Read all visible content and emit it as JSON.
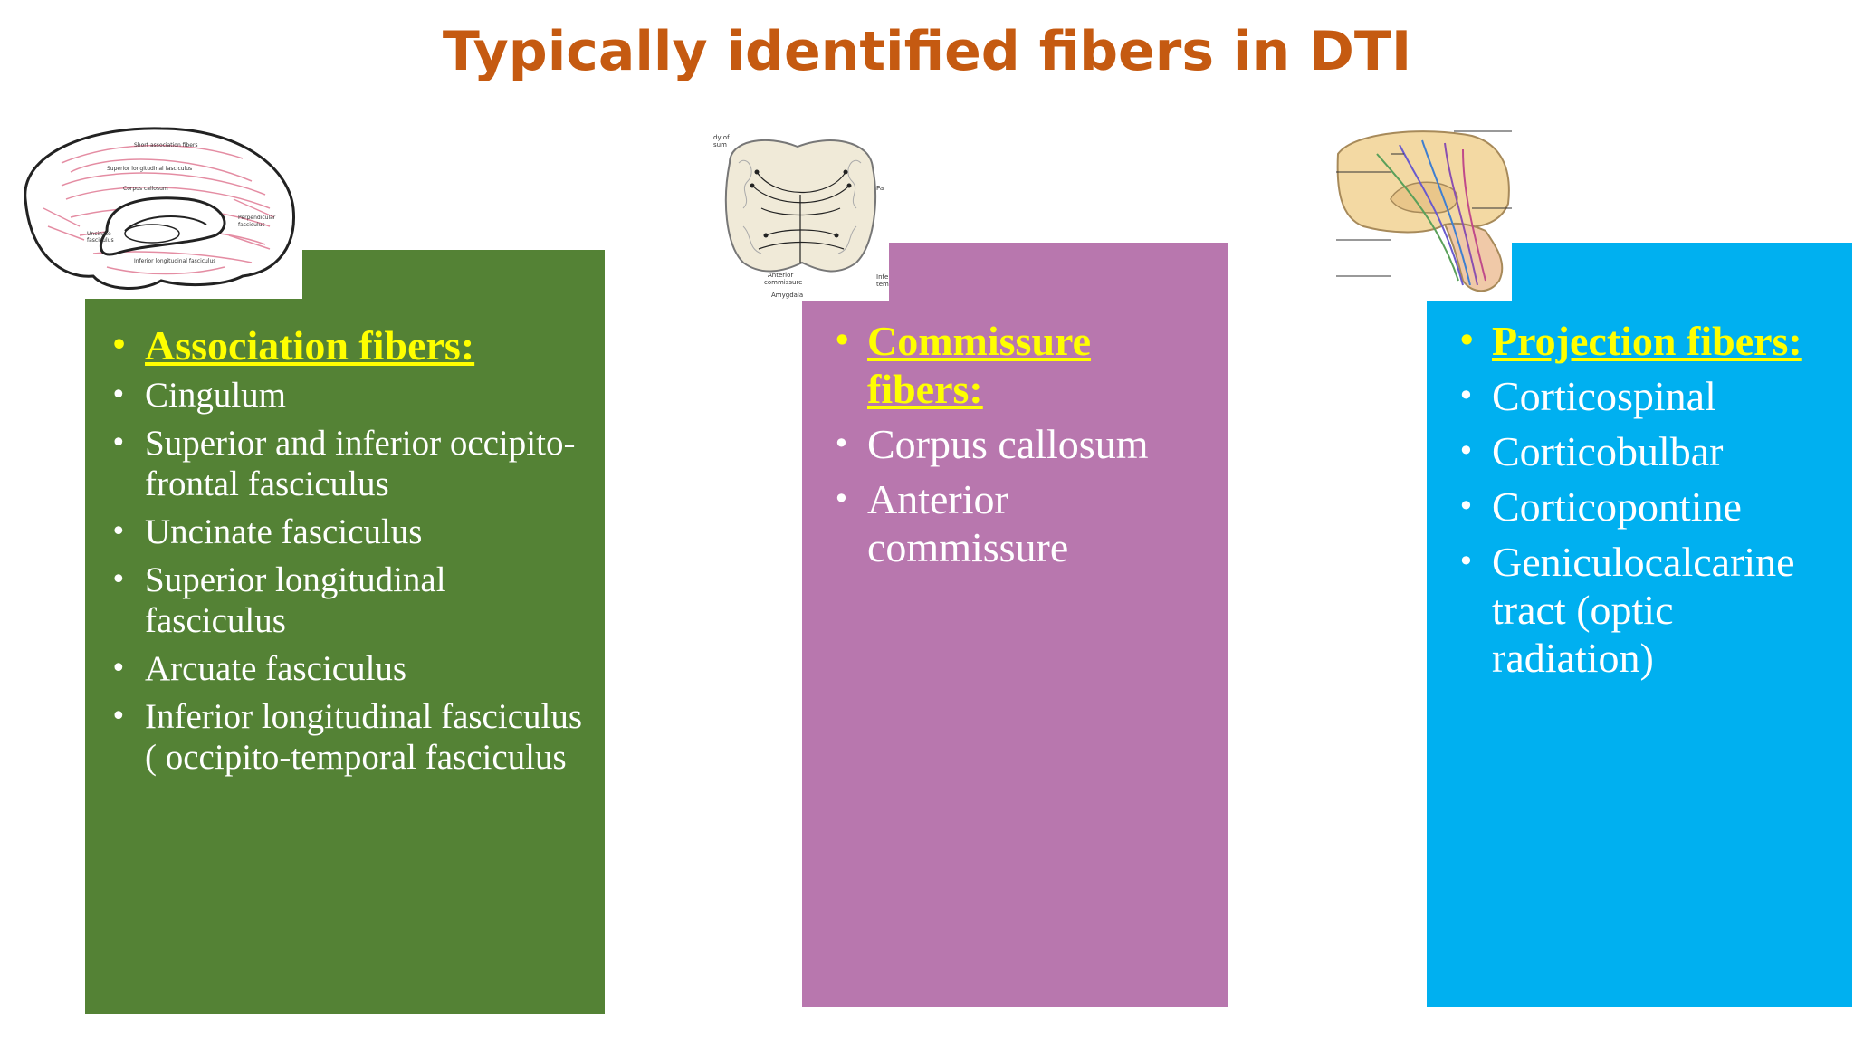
{
  "title": "Typically identified fibers in DTI",
  "colors": {
    "title": "#c55a11",
    "association_panel": "#548235",
    "commissure_panel": "#b877ae",
    "projection_panel": "#00b0f0",
    "heading_text": "#ffff00",
    "item_text": "#ffffff"
  },
  "columns": [
    {
      "heading": "Association fibers:",
      "image": "brain-sagittal-association-fibers-image",
      "items": [
        "Cingulum",
        "Superior and inferior occipito-frontal fasciculus",
        "Uncinate fasciculus",
        "Superior longitudinal fasciculus",
        "Arcuate fasciculus",
        "Inferior longitudinal fasciculus ( occipito-temporal fasciculus"
      ]
    },
    {
      "heading": "Commissure fibers:",
      "image": "brain-coronal-commissure-fibers-image",
      "items": [
        "Corpus callosum",
        "Anterior commissure"
      ]
    },
    {
      "heading": "Projection fibers:",
      "image": "brain-projection-fibers-image",
      "items": [
        "Corticospinal",
        "Corticobulbar",
        "Corticopontine",
        "Geniculocalcarine tract (optic radiation)"
      ]
    }
  ]
}
